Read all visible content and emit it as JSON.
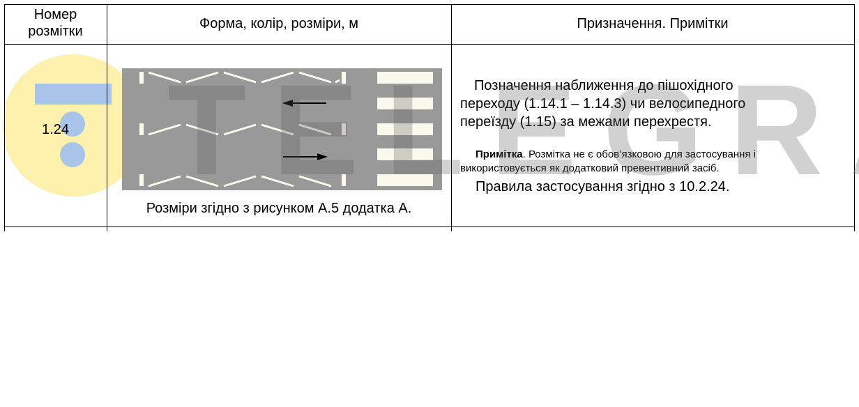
{
  "table": {
    "headers": [
      "Номер розмітки",
      "Форма, колір, розміри, м",
      "Призначення. Примітки"
    ],
    "header_number_lines": [
      "Номер",
      "розмітки"
    ],
    "rows": [
      {
        "number": "1.24",
        "form_caption": "Розміри згідно з рисунком А.5 додатка А.",
        "purpose_lines": [
          "Позначення наближення до пішохідного",
          "переходу (1.14.1 – 1.14.3) чи велосипедного",
          "переїзду (1.15) за межами перехрестя."
        ],
        "note_label": "Примітка",
        "note_text_lines": [
          ". Розмітка не є обов’язковою для застосування і",
          "використовується  як додатковий превентивний засіб."
        ],
        "rules": "Правила застосування згідно з 10.2.24."
      }
    ]
  },
  "watermark": "TELEGRAF",
  "colors": {
    "marking_bg": "#999999",
    "marking_paint": "#fbf8ec",
    "logo_yellow": "#fde98a",
    "logo_blue": "#a8c4e8"
  }
}
